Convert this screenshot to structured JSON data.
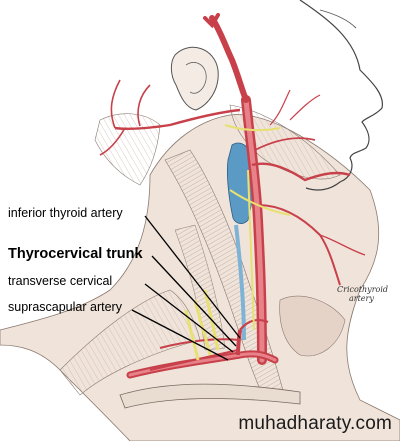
{
  "labels": {
    "inferior_thyroid": "inferior thyroid artery",
    "thyrocervical": "Thyrocervical trunk",
    "transverse_cervical": "transverse cervical",
    "suprascapular": "suprascapular artery"
  },
  "minor_labels": {
    "cricothyroid": [
      "Cricothyroid",
      "artery"
    ]
  },
  "watermark": "muhadharaty.com",
  "colors": {
    "artery": "#c8404a",
    "artery_light": "#e8828a",
    "vein": "#5b9ac4",
    "nerve": "#e8e070",
    "muscle": "#e4d2c6",
    "line": "#000000"
  }
}
